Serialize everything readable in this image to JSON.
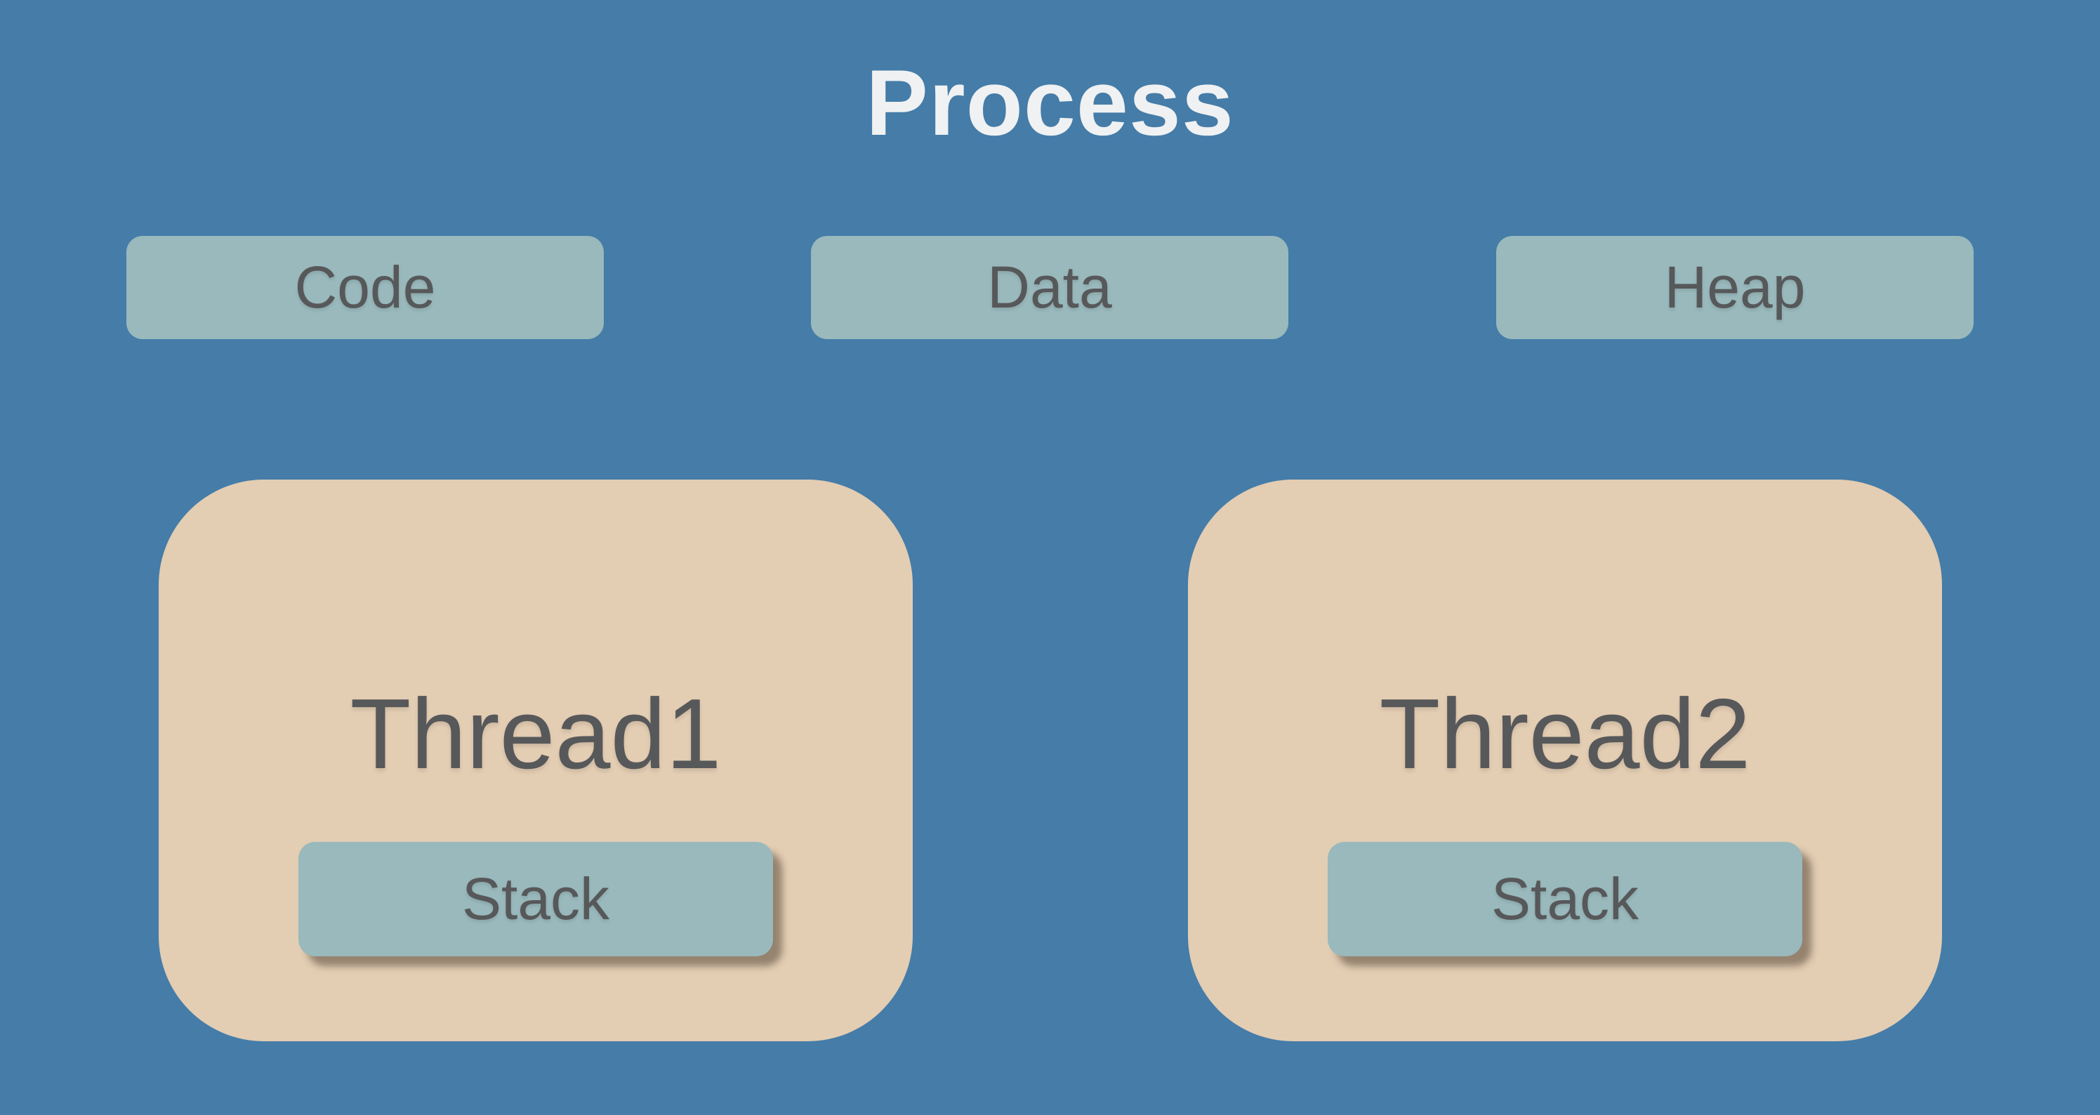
{
  "title": "Process",
  "colors": {
    "background": "#457CA8",
    "segment_fill": "#99B9BC",
    "thread_fill": "#E3CDB3",
    "label_text": "#57585A",
    "title_text": "#EFF1F2"
  },
  "segments": [
    {
      "label": "Code"
    },
    {
      "label": "Data"
    },
    {
      "label": "Heap"
    }
  ],
  "threads": [
    {
      "label": "Thread1",
      "stack_label": "Stack"
    },
    {
      "label": "Thread2",
      "stack_label": "Stack"
    }
  ]
}
